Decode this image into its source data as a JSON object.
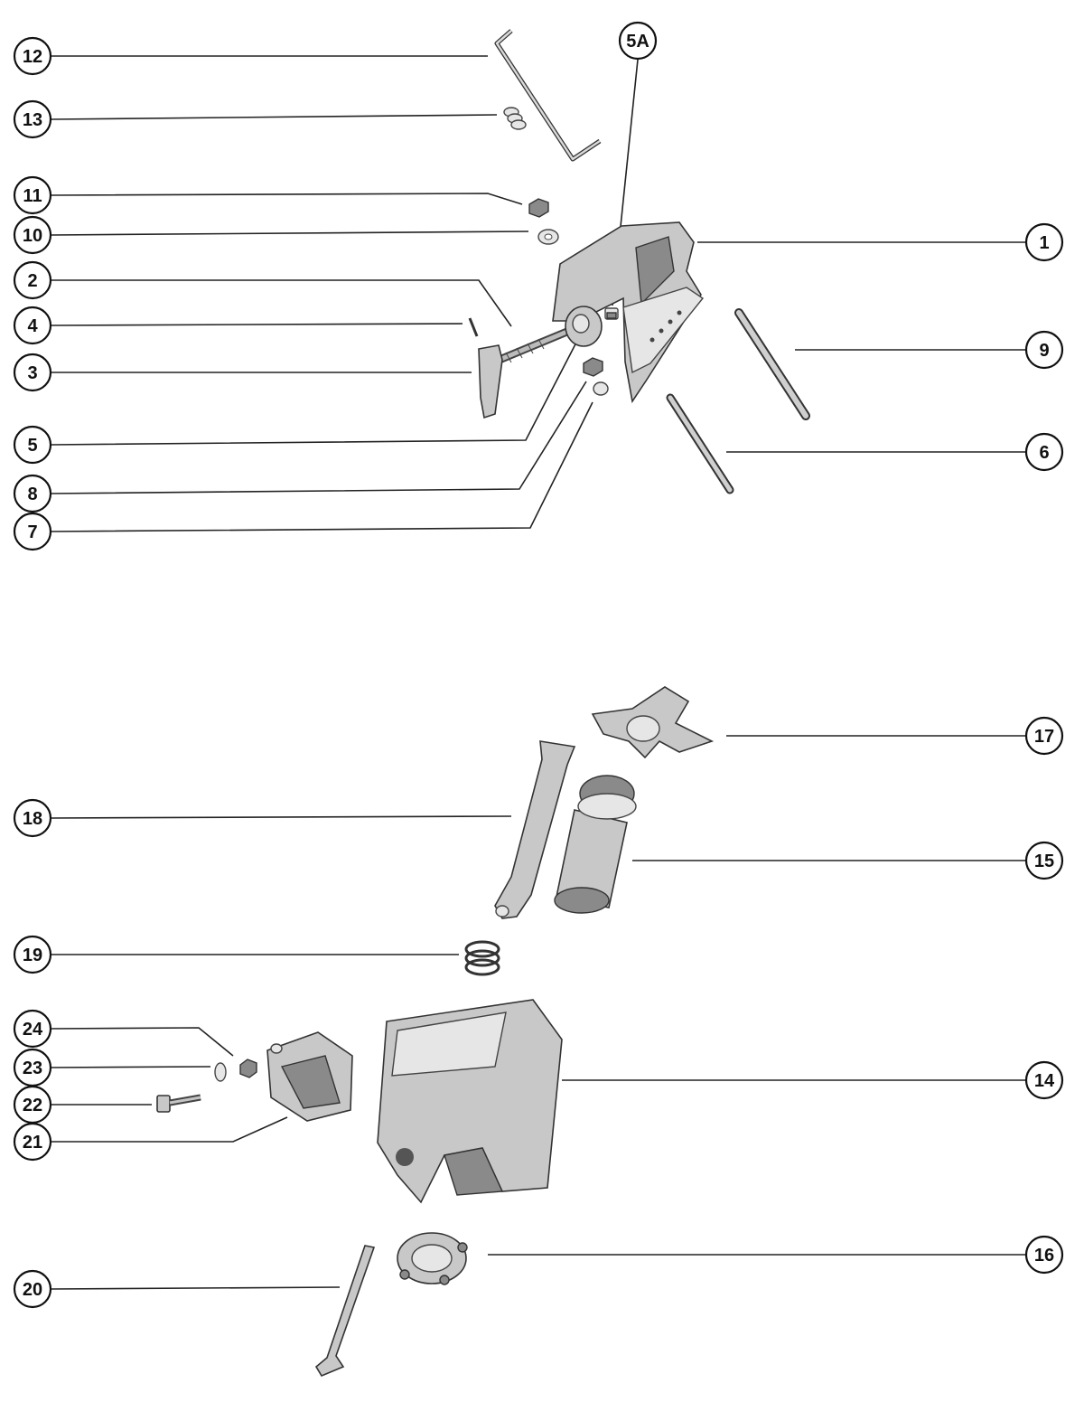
{
  "callouts": {
    "c1": "1",
    "c2": "2",
    "c3": "3",
    "c4": "4",
    "c5": "5",
    "c5a": "5A",
    "c6": "6",
    "c7": "7",
    "c8": "8",
    "c9": "9",
    "c10": "10",
    "c11": "11",
    "c12": "12",
    "c13": "13",
    "c14": "14",
    "c15": "15",
    "c16": "16",
    "c17": "17",
    "c18": "18",
    "c19": "19",
    "c20": "20",
    "c21": "21",
    "c22": "22",
    "c23": "23",
    "c24": "24"
  }
}
